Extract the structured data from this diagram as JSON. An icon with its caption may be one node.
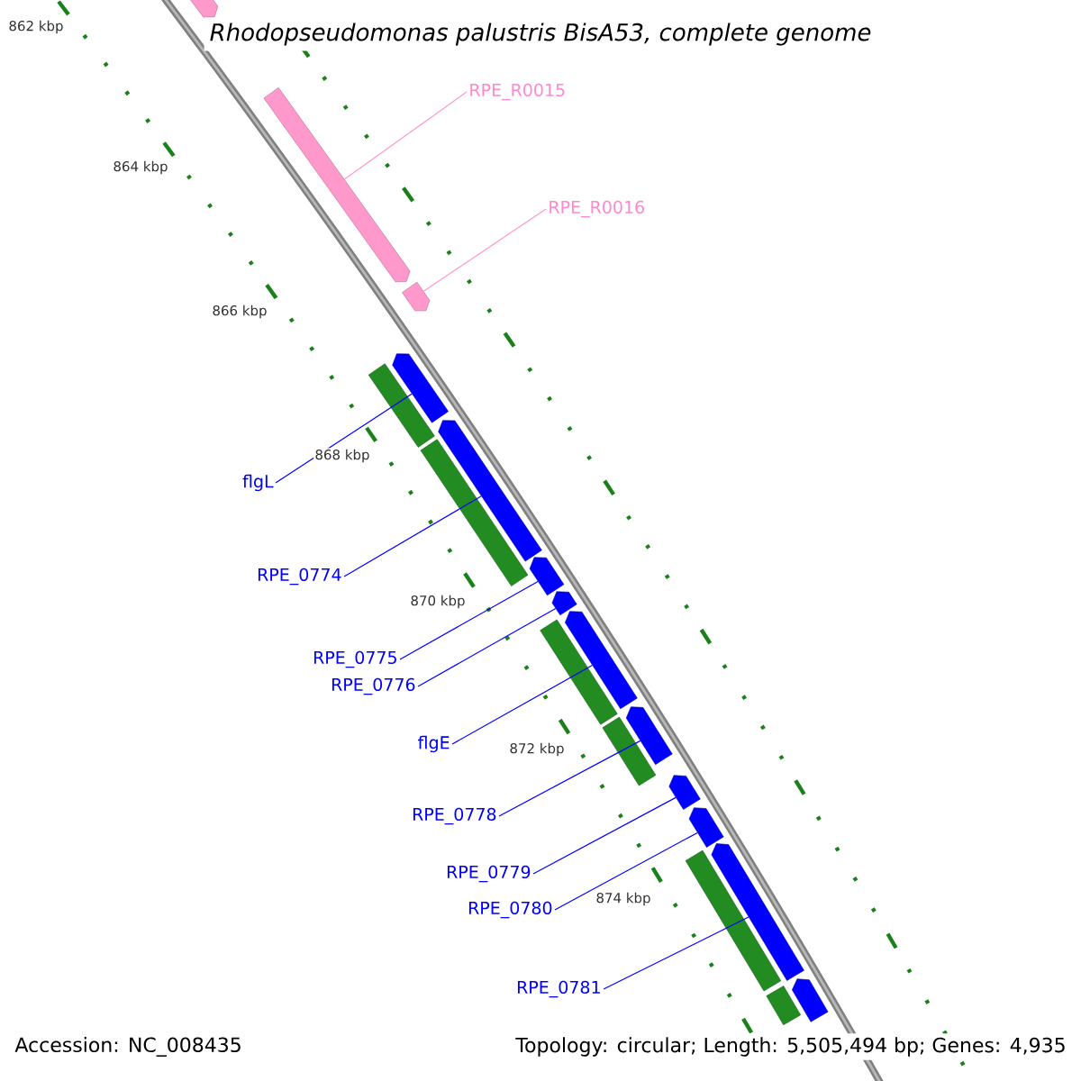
{
  "diagram": {
    "title": "Rhodopseudomonas palustris BisA53, complete genome",
    "nodes": [
      {
        "text": [
          "RPE_R0015"
        ]
      },
      {
        "text": [],
        "shape": "bar"
      },
      {
        "text": [
          "RPE_R0016"
        ]
      },
      {
        "text": [],
        "shape": "bar"
      },
      {
        "text": [
          "flgL"
        ]
      },
      {
        "text": [],
        "shape": "bar"
      },
      {
        "text": [
          "RPE_0774"
        ]
      },
      {
        "text": [],
        "shape": "bar"
      },
      {
        "text": [
          "RPE_0775"
        ]
      },
      {
        "text": [],
        "shape": "bar"
      },
      {
        "text": [
          "RPE_0776"
        ]
      },
      {
        "text": [],
        "shape": "bar"
      },
      {
        "text": [
          "flgE"
        ]
      },
      {
        "text": [],
        "shape": "bar"
      },
      {
        "text": [
          "RPE_0778"
        ]
      },
      {
        "text": [],
        "shape": "bar"
      },
      {
        "text": [
          "RPE_0779"
        ]
      },
      {
        "text": [],
        "shape": "bar"
      },
      {
        "text": [
          "RPE_0780"
        ]
      },
      {
        "text": [],
        "shape": "bar"
      },
      {
        "text": [
          "RPE_0781"
        ]
      },
      {
        "text": [],
        "shape": "bar"
      },
      {
        "text": [],
        "shape": "bar"
      },
      {
        "text": [],
        "shape": "bar"
      },
      {
        "text": [],
        "shape": "bar"
      },
      {
        "text": [],
        "shape": "bar"
      },
      {
        "text": [],
        "shape": "bar"
      },
      {
        "text": [],
        "shape": "bar"
      },
      {
        "text": [],
        "shape": "bar"
      },
      {
        "text": [],
        "shape": "bar"
      }
    ],
    "edges": [
      {
        "from": 0,
        "to": 1,
        "arrow": "none",
        "color": "#ff99cc"
      },
      {
        "from": 2,
        "to": 3,
        "arrow": "none",
        "color": "#ff99cc"
      },
      {
        "from": 4,
        "to": 5,
        "arrow": "none"
      },
      {
        "from": 6,
        "to": 7,
        "arrow": "none"
      },
      {
        "from": 8,
        "to": 9,
        "arrow": "none"
      },
      {
        "from": 10,
        "to": 11,
        "arrow": "none"
      },
      {
        "from": 12,
        "to": 13,
        "arrow": "none"
      },
      {
        "from": 14,
        "to": 15,
        "arrow": "none"
      },
      {
        "from": 16,
        "to": 17,
        "arrow": "none"
      },
      {
        "from": 18,
        "to": 19,
        "arrow": "none"
      },
      {
        "from": 20,
        "to": 21,
        "arrow": "none"
      }
    ],
    "labels": [
      "862 kbp",
      "864 kbp",
      "866 kbp",
      "868 kbp",
      "870 kbp",
      "872 kbp",
      "874 kbp",
      "Accession: NC_008435",
      "Topology: circular; Length: 5,505,494 bp; Genes: 4,935"
    ]
  }
}
